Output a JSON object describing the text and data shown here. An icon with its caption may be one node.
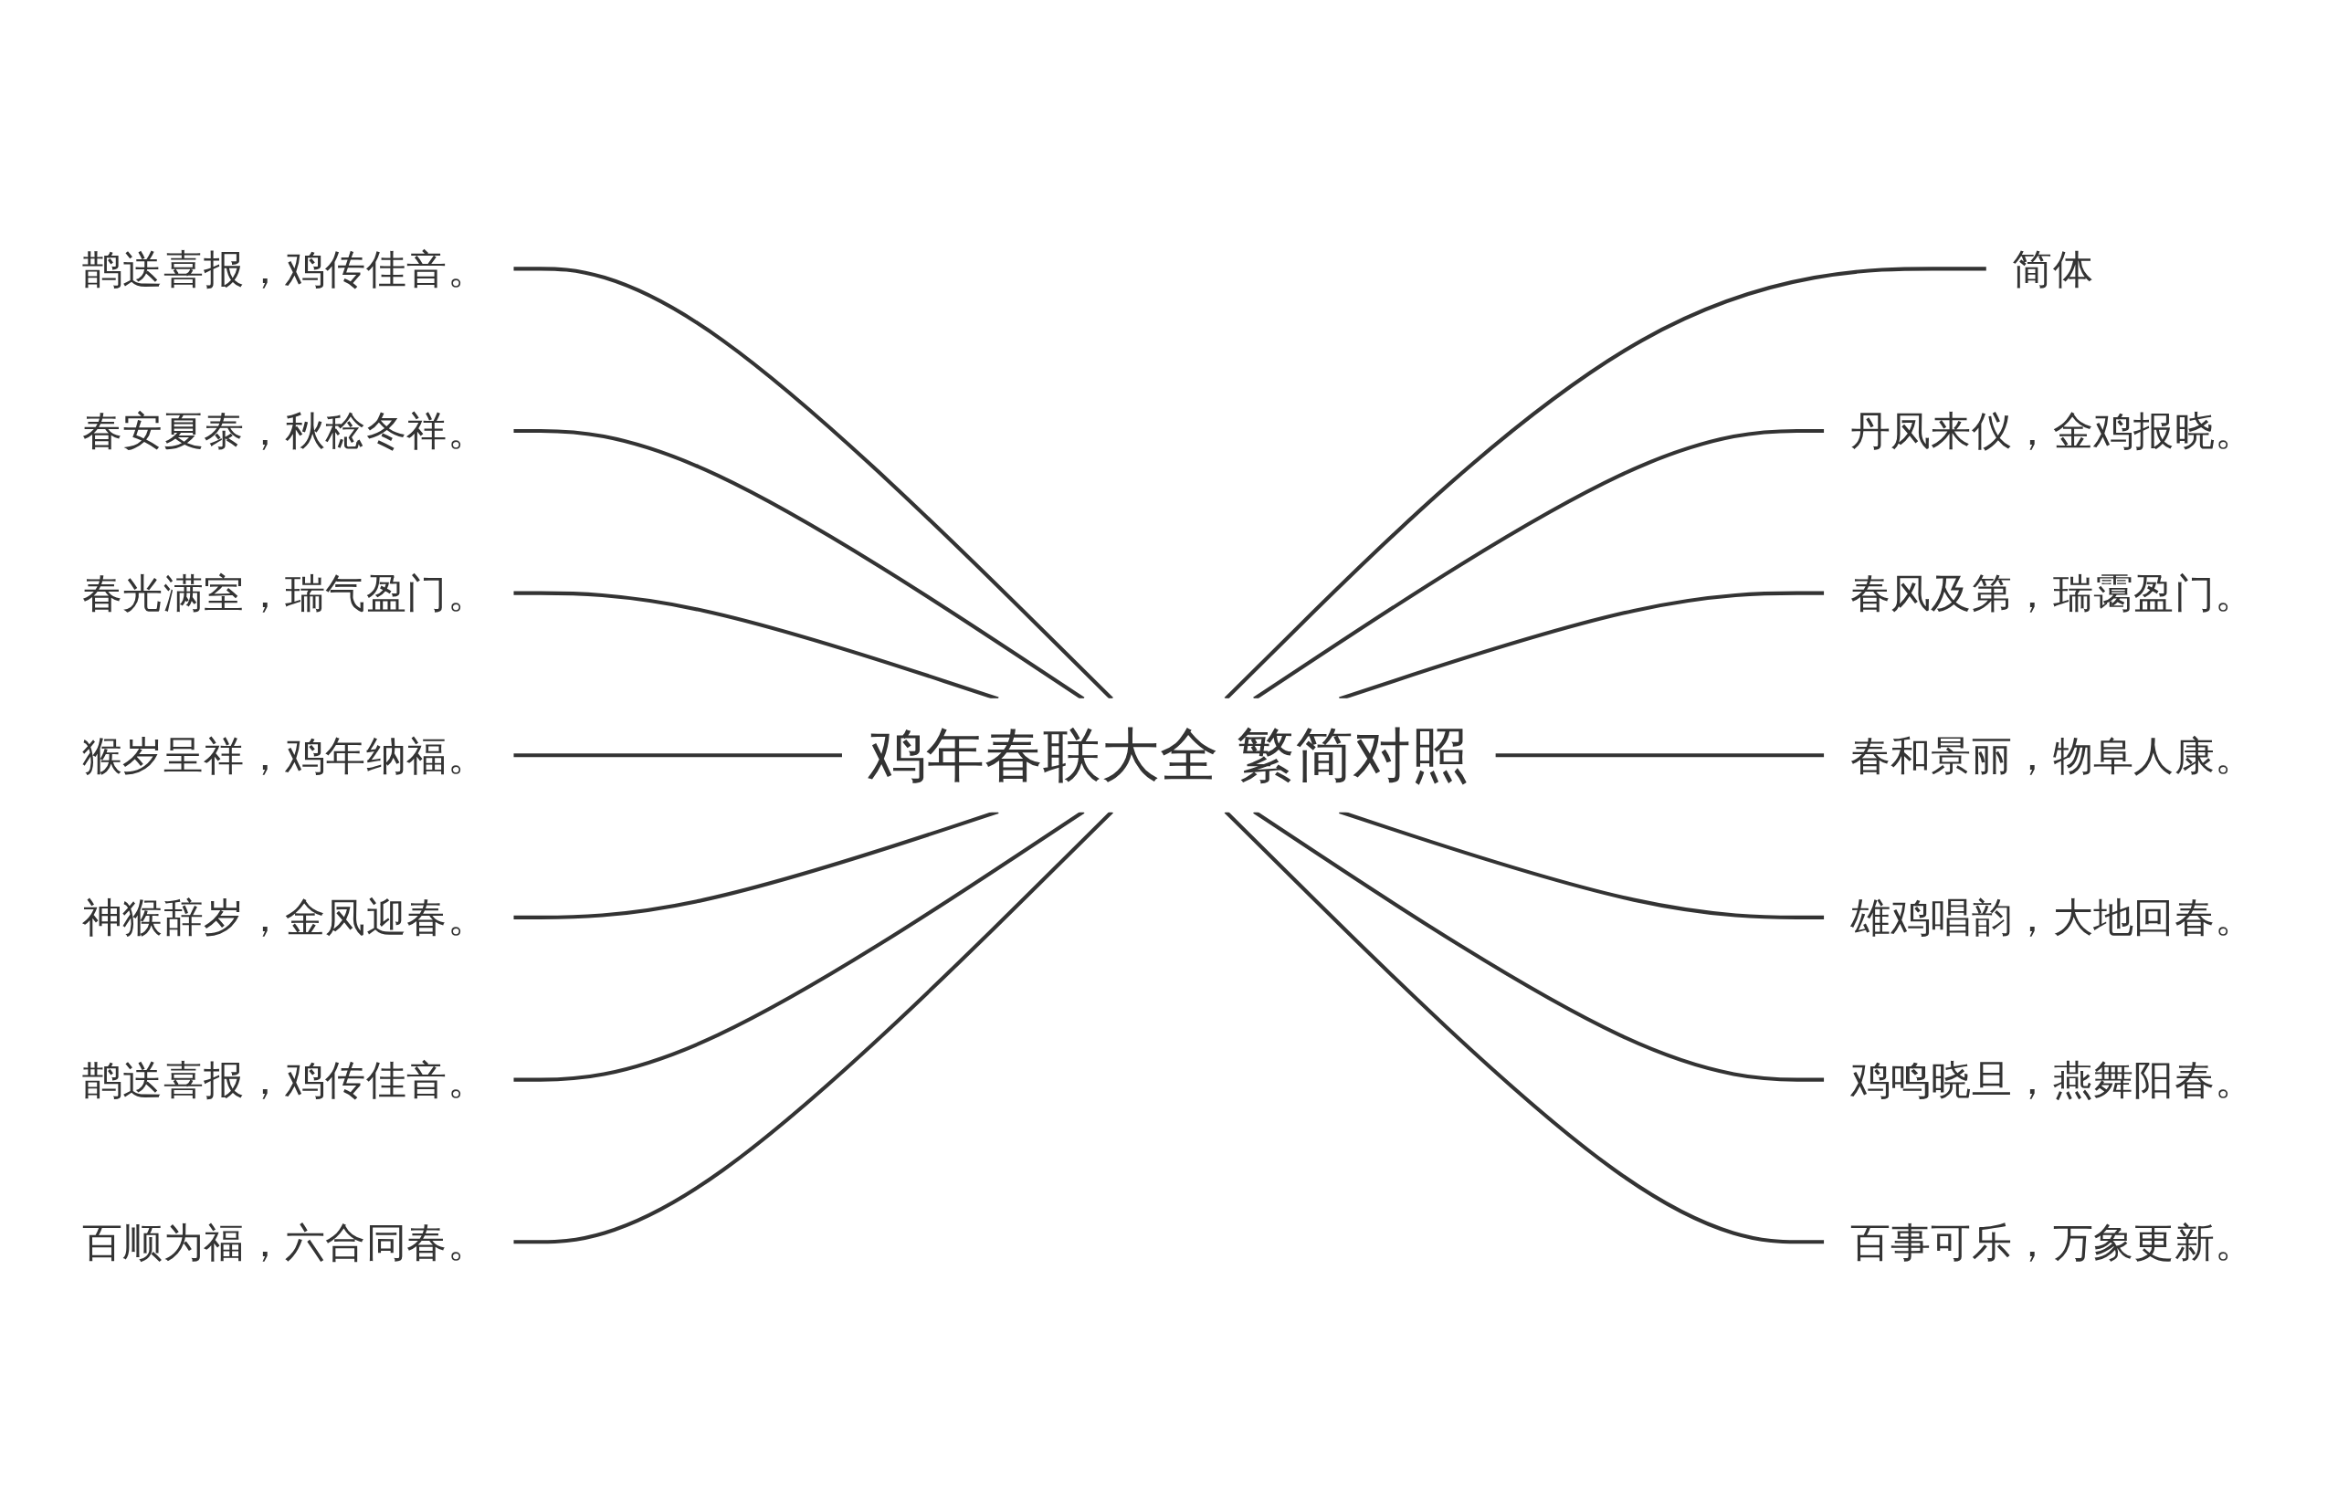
{
  "diagram": {
    "nodes": [
      {
        "text": [
          "鸡年春联大全 繁简对照"
        ]
      },
      {
        "text": [
          "鹊送喜报，鸡传佳音。"
        ]
      },
      {
        "text": [
          "春安夏泰，秋稔冬祥。"
        ]
      },
      {
        "text": [
          "春光满室，瑞气盈门。"
        ]
      },
      {
        "text": [
          "猴岁呈祥，鸡年纳福。"
        ]
      },
      {
        "text": [
          "神猴辞岁，金凤迎春。"
        ]
      },
      {
        "text": [
          "鹊送喜报，鸡传佳音。"
        ]
      },
      {
        "text": [
          "百顺为福，六合同春。"
        ]
      },
      {
        "text": [
          "简体"
        ]
      },
      {
        "text": [
          "丹凤来仪，金鸡报晓。"
        ]
      },
      {
        "text": [
          "春风及第，瑞霭盈门。"
        ]
      },
      {
        "text": [
          "春和景丽，物阜人康。"
        ]
      },
      {
        "text": [
          "雄鸡唱韵，大地回春。"
        ]
      },
      {
        "text": [
          "鸡鸣晓旦，燕舞阳春。"
        ]
      },
      {
        "text": [
          "百事可乐，万象更新。"
        ]
      }
    ],
    "edges": [
      {
        "from": 1,
        "to": 0,
        "arrow": "none"
      },
      {
        "from": 2,
        "to": 0,
        "arrow": "none"
      },
      {
        "from": 3,
        "to": 0,
        "arrow": "none"
      },
      {
        "from": 4,
        "to": 0,
        "arrow": "none"
      },
      {
        "from": 5,
        "to": 0,
        "arrow": "none"
      },
      {
        "from": 6,
        "to": 0,
        "arrow": "none"
      },
      {
        "from": 7,
        "to": 0,
        "arrow": "none"
      },
      {
        "from": 0,
        "to": 8,
        "arrow": "none"
      },
      {
        "from": 0,
        "to": 9,
        "arrow": "none"
      },
      {
        "from": 0,
        "to": 10,
        "arrow": "none"
      },
      {
        "from": 0,
        "to": 11,
        "arrow": "none"
      },
      {
        "from": 0,
        "to": 12,
        "arrow": "none"
      },
      {
        "from": 0,
        "to": 13,
        "arrow": "none"
      },
      {
        "from": 0,
        "to": 14,
        "arrow": "none"
      }
    ]
  }
}
